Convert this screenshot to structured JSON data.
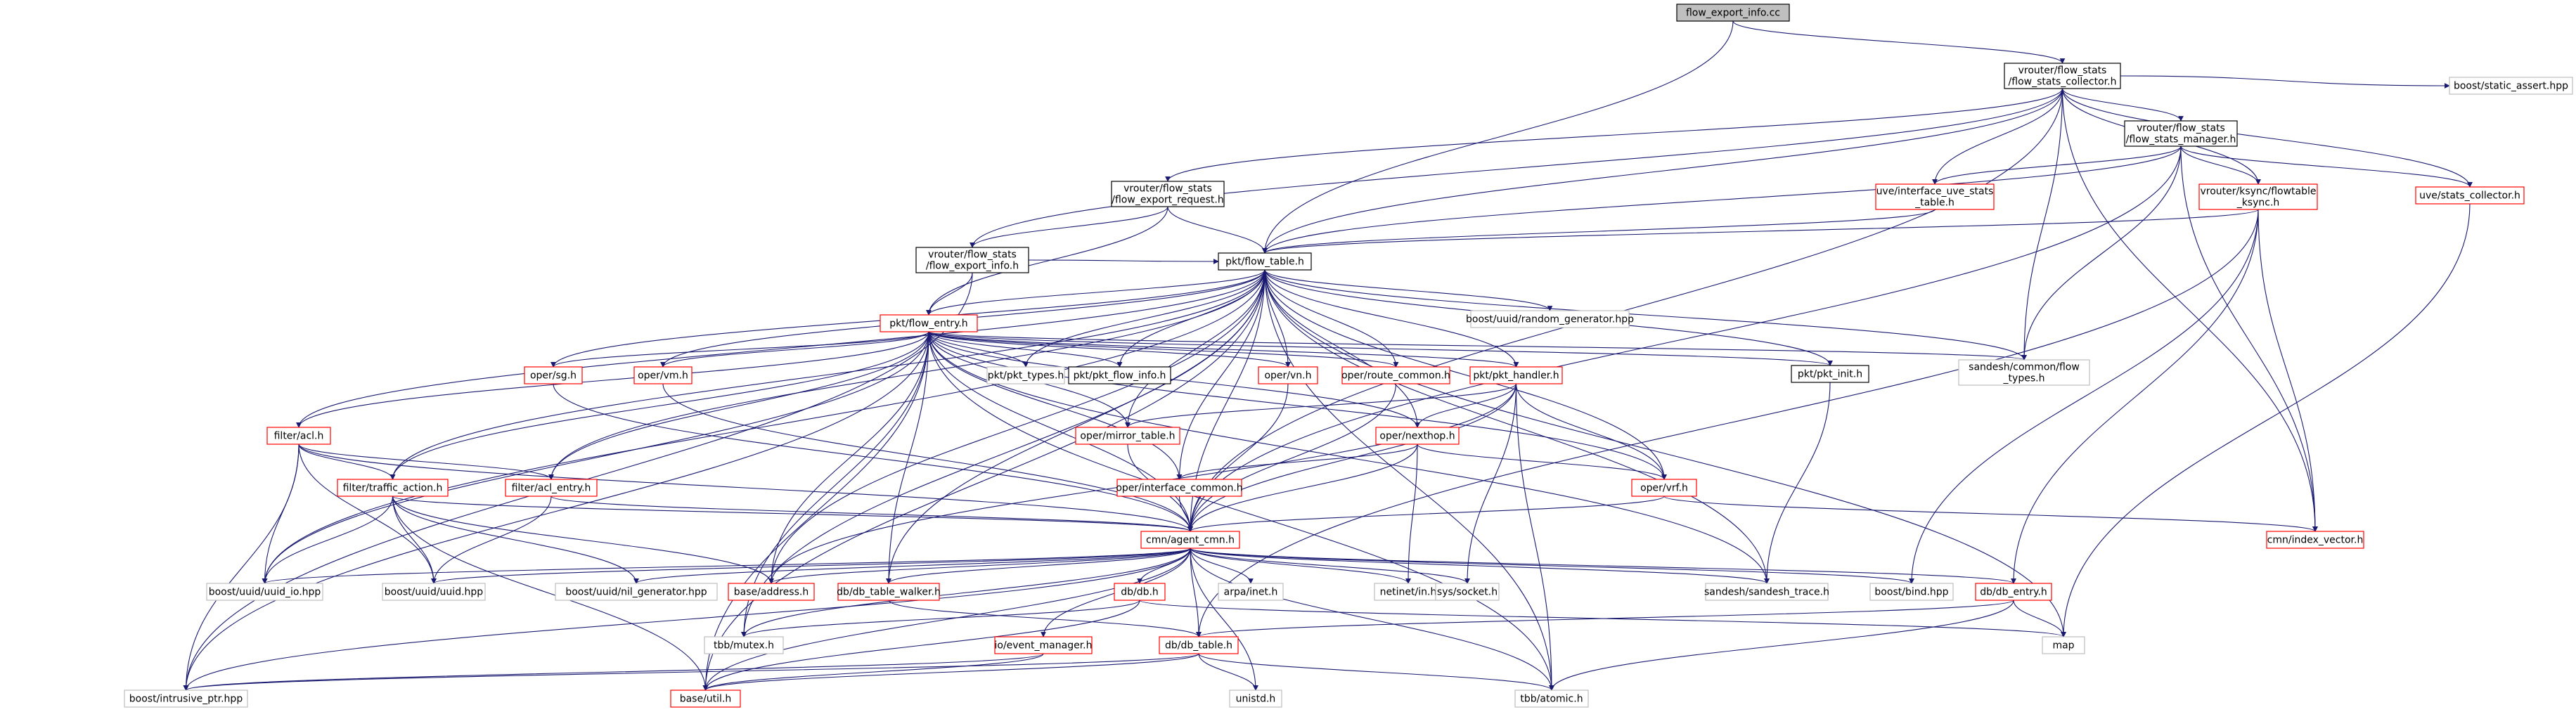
{
  "colors": {
    "edge": "#191970",
    "node_doc_border": "#000000",
    "node_ext_border": "#bfbfbf",
    "node_link_border": "#ff0000",
    "node_root_fill": "#bfbfbf",
    "node_fill": "#ffffff"
  },
  "nodes": [
    {
      "id": "n0",
      "kind": "root",
      "lines": [
        "flow_export_info.cc"
      ]
    },
    {
      "id": "n1",
      "kind": "doc",
      "lines": [
        "vrouter/flow_stats",
        "/flow_stats_collector.h"
      ]
    },
    {
      "id": "n2",
      "kind": "doc",
      "lines": [
        "vrouter/flow_stats",
        "/flow_stats_manager.h"
      ]
    },
    {
      "id": "n3",
      "kind": "ext",
      "lines": [
        "boost/static_assert.hpp"
      ]
    },
    {
      "id": "n4",
      "kind": "doc",
      "lines": [
        "vrouter/flow_stats",
        "/flow_export_request.h"
      ]
    },
    {
      "id": "n5",
      "kind": "link",
      "lines": [
        "uve/interface_uve_stats",
        "_table.h"
      ]
    },
    {
      "id": "n6",
      "kind": "link",
      "lines": [
        "vrouter/ksync/flowtable",
        "_ksync.h"
      ]
    },
    {
      "id": "n7",
      "kind": "link",
      "lines": [
        "uve/stats_collector.h"
      ]
    },
    {
      "id": "n8",
      "kind": "doc",
      "lines": [
        "vrouter/flow_stats",
        "/flow_export_info.h"
      ]
    },
    {
      "id": "n9",
      "kind": "doc",
      "lines": [
        "pkt/flow_table.h"
      ]
    },
    {
      "id": "n10",
      "kind": "link",
      "lines": [
        "pkt/flow_entry.h"
      ]
    },
    {
      "id": "n11",
      "kind": "ext",
      "lines": [
        "boost/uuid/random_generator.hpp"
      ]
    },
    {
      "id": "n12",
      "kind": "link",
      "lines": [
        "oper/sg.h"
      ]
    },
    {
      "id": "n13",
      "kind": "link",
      "lines": [
        "oper/vm.h"
      ]
    },
    {
      "id": "n14",
      "kind": "ext",
      "lines": [
        "pkt/pkt_types.h"
      ]
    },
    {
      "id": "n15",
      "kind": "doc",
      "lines": [
        "pkt/pkt_flow_info.h"
      ]
    },
    {
      "id": "n16",
      "kind": "link",
      "lines": [
        "oper/vn.h"
      ]
    },
    {
      "id": "n17",
      "kind": "link",
      "lines": [
        "oper/route_common.h"
      ]
    },
    {
      "id": "n18",
      "kind": "link",
      "lines": [
        "pkt/pkt_handler.h"
      ]
    },
    {
      "id": "n19",
      "kind": "doc",
      "lines": [
        "pkt/pkt_init.h"
      ]
    },
    {
      "id": "n20",
      "kind": "ext",
      "lines": [
        "sandesh/common/flow",
        "_types.h"
      ]
    },
    {
      "id": "n21",
      "kind": "link",
      "lines": [
        "filter/acl.h"
      ]
    },
    {
      "id": "n22",
      "kind": "link",
      "lines": [
        "oper/mirror_table.h"
      ]
    },
    {
      "id": "n23",
      "kind": "link",
      "lines": [
        "oper/nexthop.h"
      ]
    },
    {
      "id": "n24",
      "kind": "link",
      "lines": [
        "filter/traffic_action.h"
      ]
    },
    {
      "id": "n25",
      "kind": "link",
      "lines": [
        "filter/acl_entry.h"
      ]
    },
    {
      "id": "n26",
      "kind": "link",
      "lines": [
        "oper/interface_common.h"
      ]
    },
    {
      "id": "n27",
      "kind": "link",
      "lines": [
        "oper/vrf.h"
      ]
    },
    {
      "id": "n28",
      "kind": "link",
      "lines": [
        "cmn/index_vector.h"
      ]
    },
    {
      "id": "n29",
      "kind": "link",
      "lines": [
        "cmn/agent_cmn.h"
      ]
    },
    {
      "id": "n30",
      "kind": "ext",
      "lines": [
        "boost/uuid/uuid_io.hpp"
      ]
    },
    {
      "id": "n31",
      "kind": "ext",
      "lines": [
        "boost/uuid/uuid.hpp"
      ]
    },
    {
      "id": "n32",
      "kind": "ext",
      "lines": [
        "boost/uuid/nil_generator.hpp"
      ]
    },
    {
      "id": "n33",
      "kind": "link",
      "lines": [
        "base/address.h"
      ]
    },
    {
      "id": "n34",
      "kind": "link",
      "lines": [
        "db/db_table_walker.h"
      ]
    },
    {
      "id": "n35",
      "kind": "link",
      "lines": [
        "db/db.h"
      ]
    },
    {
      "id": "n36",
      "kind": "ext",
      "lines": [
        "arpa/inet.h"
      ]
    },
    {
      "id": "n37",
      "kind": "ext",
      "lines": [
        "netinet/in.h"
      ]
    },
    {
      "id": "n38",
      "kind": "ext",
      "lines": [
        "sys/socket.h"
      ]
    },
    {
      "id": "n39",
      "kind": "ext",
      "lines": [
        "sandesh/sandesh_trace.h"
      ]
    },
    {
      "id": "n40",
      "kind": "ext",
      "lines": [
        "boost/bind.hpp"
      ]
    },
    {
      "id": "n41",
      "kind": "link",
      "lines": [
        "db/db_entry.h"
      ]
    },
    {
      "id": "n42",
      "kind": "ext",
      "lines": [
        "tbb/mutex.h"
      ]
    },
    {
      "id": "n43",
      "kind": "link",
      "lines": [
        "io/event_manager.h"
      ]
    },
    {
      "id": "n44",
      "kind": "link",
      "lines": [
        "db/db_table.h"
      ]
    },
    {
      "id": "n45",
      "kind": "ext",
      "lines": [
        "map"
      ]
    },
    {
      "id": "n46",
      "kind": "ext",
      "lines": [
        "boost/intrusive_ptr.hpp"
      ]
    },
    {
      "id": "n47",
      "kind": "link",
      "lines": [
        "base/util.h"
      ]
    },
    {
      "id": "n48",
      "kind": "ext",
      "lines": [
        "unistd.h"
      ]
    },
    {
      "id": "n49",
      "kind": "ext",
      "lines": [
        "tbb/atomic.h"
      ]
    }
  ],
  "edges": [
    [
      "n0",
      "n1"
    ],
    [
      "n0",
      "n9"
    ],
    [
      "n1",
      "n2"
    ],
    [
      "n1",
      "n3"
    ],
    [
      "n1",
      "n4"
    ],
    [
      "n1",
      "n5"
    ],
    [
      "n1",
      "n6"
    ],
    [
      "n1",
      "n7"
    ],
    [
      "n1",
      "n8"
    ],
    [
      "n1",
      "n9"
    ],
    [
      "n1",
      "n20"
    ],
    [
      "n1",
      "n28"
    ],
    [
      "n1",
      "n29"
    ],
    [
      "n2",
      "n5"
    ],
    [
      "n2",
      "n6"
    ],
    [
      "n2",
      "n7"
    ],
    [
      "n2",
      "n9"
    ],
    [
      "n2",
      "n20"
    ],
    [
      "n2",
      "n28"
    ],
    [
      "n2",
      "n29"
    ],
    [
      "n4",
      "n8"
    ],
    [
      "n4",
      "n9"
    ],
    [
      "n4",
      "n10"
    ],
    [
      "n5",
      "n9"
    ],
    [
      "n6",
      "n9"
    ],
    [
      "n6",
      "n28"
    ],
    [
      "n6",
      "n40"
    ],
    [
      "n6",
      "n41"
    ],
    [
      "n6",
      "n44"
    ],
    [
      "n7",
      "n45"
    ],
    [
      "n8",
      "n9"
    ],
    [
      "n8",
      "n10"
    ],
    [
      "n8",
      "n46"
    ],
    [
      "n9",
      "n10"
    ],
    [
      "n9",
      "n11"
    ],
    [
      "n9",
      "n12"
    ],
    [
      "n9",
      "n13"
    ],
    [
      "n9",
      "n14"
    ],
    [
      "n9",
      "n15"
    ],
    [
      "n9",
      "n16"
    ],
    [
      "n9",
      "n17"
    ],
    [
      "n9",
      "n18"
    ],
    [
      "n9",
      "n19"
    ],
    [
      "n9",
      "n20"
    ],
    [
      "n9",
      "n21"
    ],
    [
      "n9",
      "n22"
    ],
    [
      "n9",
      "n23"
    ],
    [
      "n9",
      "n24"
    ],
    [
      "n9",
      "n25"
    ],
    [
      "n9",
      "n26"
    ],
    [
      "n9",
      "n27"
    ],
    [
      "n9",
      "n29"
    ],
    [
      "n9",
      "n30"
    ],
    [
      "n9",
      "n33"
    ],
    [
      "n9",
      "n34"
    ],
    [
      "n9",
      "n39"
    ],
    [
      "n9",
      "n42"
    ],
    [
      "n9",
      "n45"
    ],
    [
      "n9",
      "n47"
    ],
    [
      "n9",
      "n49"
    ],
    [
      "n10",
      "n12"
    ],
    [
      "n10",
      "n13"
    ],
    [
      "n10",
      "n14"
    ],
    [
      "n10",
      "n15"
    ],
    [
      "n10",
      "n16"
    ],
    [
      "n10",
      "n17"
    ],
    [
      "n10",
      "n18"
    ],
    [
      "n10",
      "n19"
    ],
    [
      "n10",
      "n20"
    ],
    [
      "n10",
      "n21"
    ],
    [
      "n10",
      "n22"
    ],
    [
      "n10",
      "n23"
    ],
    [
      "n10",
      "n24"
    ],
    [
      "n10",
      "n25"
    ],
    [
      "n10",
      "n26"
    ],
    [
      "n10",
      "n27"
    ],
    [
      "n10",
      "n29"
    ],
    [
      "n10",
      "n30"
    ],
    [
      "n10",
      "n33"
    ],
    [
      "n10",
      "n34"
    ],
    [
      "n10",
      "n39"
    ],
    [
      "n10",
      "n42"
    ],
    [
      "n10",
      "n46"
    ],
    [
      "n10",
      "n47"
    ],
    [
      "n10",
      "n49"
    ],
    [
      "n12",
      "n29"
    ],
    [
      "n13",
      "n29"
    ],
    [
      "n16",
      "n29"
    ],
    [
      "n17",
      "n29"
    ],
    [
      "n18",
      "n22"
    ],
    [
      "n18",
      "n23"
    ],
    [
      "n18",
      "n27"
    ],
    [
      "n18",
      "n29"
    ],
    [
      "n18",
      "n33"
    ],
    [
      "n18",
      "n38"
    ],
    [
      "n18",
      "n49"
    ],
    [
      "n19",
      "n39"
    ],
    [
      "n21",
      "n24"
    ],
    [
      "n21",
      "n25"
    ],
    [
      "n21",
      "n29"
    ],
    [
      "n21",
      "n30"
    ],
    [
      "n21",
      "n31"
    ],
    [
      "n21",
      "n46"
    ],
    [
      "n22",
      "n29"
    ],
    [
      "n23",
      "n26"
    ],
    [
      "n23",
      "n27"
    ],
    [
      "n23",
      "n29"
    ],
    [
      "n23",
      "n37"
    ],
    [
      "n24",
      "n29"
    ],
    [
      "n24",
      "n30"
    ],
    [
      "n24",
      "n31"
    ],
    [
      "n24",
      "n32"
    ],
    [
      "n24",
      "n33"
    ],
    [
      "n24",
      "n47"
    ],
    [
      "n25",
      "n29"
    ],
    [
      "n25",
      "n31"
    ],
    [
      "n26",
      "n29"
    ],
    [
      "n27",
      "n28"
    ],
    [
      "n27",
      "n29"
    ],
    [
      "n29",
      "n30"
    ],
    [
      "n29",
      "n31"
    ],
    [
      "n29",
      "n32"
    ],
    [
      "n29",
      "n33"
    ],
    [
      "n29",
      "n34"
    ],
    [
      "n29",
      "n35"
    ],
    [
      "n29",
      "n36"
    ],
    [
      "n29",
      "n37"
    ],
    [
      "n29",
      "n38"
    ],
    [
      "n29",
      "n39"
    ],
    [
      "n29",
      "n40"
    ],
    [
      "n29",
      "n41"
    ],
    [
      "n29",
      "n42"
    ],
    [
      "n29",
      "n43"
    ],
    [
      "n29",
      "n44"
    ],
    [
      "n29",
      "n46"
    ],
    [
      "n29",
      "n47"
    ],
    [
      "n29",
      "n48"
    ],
    [
      "n29",
      "n49"
    ],
    [
      "n34",
      "n44"
    ],
    [
      "n35",
      "n42"
    ],
    [
      "n35",
      "n45"
    ],
    [
      "n35",
      "n47"
    ],
    [
      "n41",
      "n44"
    ],
    [
      "n41",
      "n45"
    ],
    [
      "n41",
      "n49"
    ],
    [
      "n43",
      "n46"
    ],
    [
      "n43",
      "n47"
    ],
    [
      "n44",
      "n46"
    ],
    [
      "n44",
      "n47"
    ],
    [
      "n44",
      "n48"
    ],
    [
      "n44",
      "n49"
    ]
  ]
}
